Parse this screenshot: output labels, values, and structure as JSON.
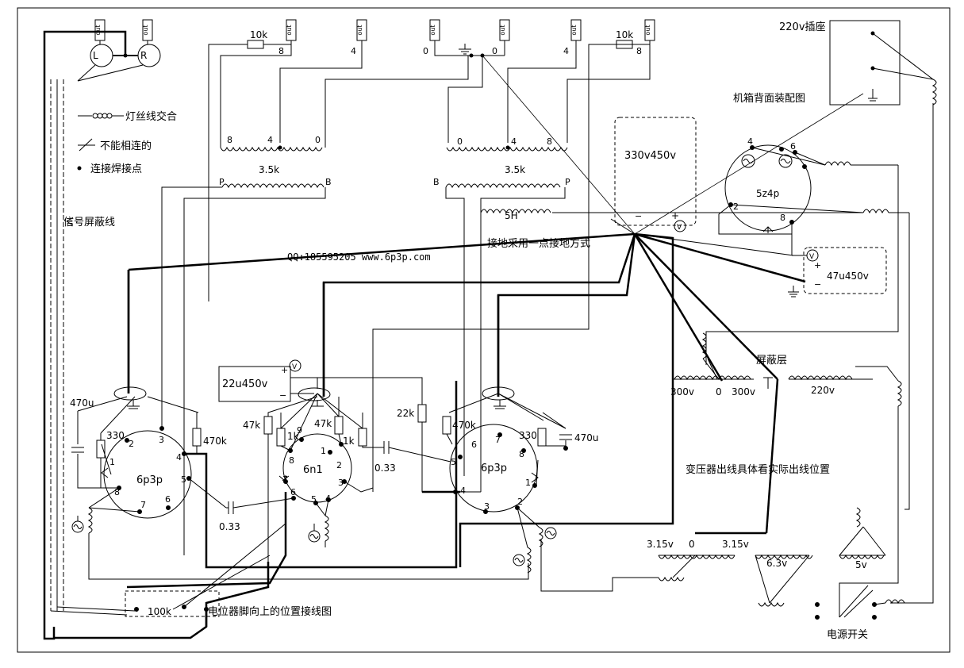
{
  "labels": {
    "out_jack_1": "out",
    "out_jack_2": "out",
    "out_jack_3": "out",
    "out_jack_4": "out",
    "out_jack_5": "out",
    "out_jack_6": "out",
    "out_jack_7": "out",
    "pot_left": "L",
    "pot_right": "R",
    "res_10k_left": "10k",
    "res_10k_right": "10k",
    "tap8_a": "8",
    "tap4_a": "4",
    "tap0_a": "0",
    "tap0_b": "0",
    "tap4_b": "4",
    "tap8_b": "8",
    "ot_left_8": "8",
    "ot_left_4": "4",
    "ot_left_0": "0",
    "ot_right_0": "0",
    "ot_right_4": "4",
    "ot_right_8": "8",
    "ot_left_z": "3.5k",
    "ot_right_z": "3.5k",
    "ot_left_p": "P",
    "ot_left_b": "B",
    "ot_right_b": "B",
    "ot_right_p": "P",
    "choke": "5H",
    "mains_socket": "220v插座",
    "chassis_back": "机箱背面装配图",
    "legend_filament": "灯丝线交合",
    "legend_noconnect": "不能相连的",
    "legend_solder": "连接焊接点",
    "legend_shield": "信号屏蔽线",
    "cap_main": "330v450v",
    "rect_tube": "5z4p",
    "rect_pin4": "4",
    "rect_pin6": "6",
    "rect_pin2": "2",
    "rect_pin8": "8",
    "cap_filter": "47u450v",
    "ground_note": "接地采用一点接地方式",
    "contact": "QQ:185595205  www.6p3p.com",
    "shield_layer": "屏蔽层",
    "pt_300a": "300v",
    "pt_0": "0",
    "pt_300b": "300v",
    "pt_220": "220v",
    "transformer_note": "变压器出线具体看实际出线位置",
    "fil_315a": "3.15v",
    "fil_0": "0",
    "fil_315b": "3.15v",
    "fil_63": "6.3v",
    "fil_5v": "5v",
    "power_switch": "电源开关",
    "pot_note": "电位器脚向上的位置接线图",
    "pot_100k": "100k",
    "cap_22u": "22u450v",
    "tube_left": "6p3p",
    "tube_mid": "6n1",
    "tube_right": "6p3p",
    "res_470u_left": "470u",
    "res_330_left": "330",
    "res_470k_left": "470k",
    "res_47k_a": "47k",
    "res_1k_a": "1k",
    "res_47k_b": "47k",
    "res_1k_b": "1k",
    "res_22k": "22k",
    "res_470k_right": "470k",
    "res_330_right": "330",
    "res_470u_right": "470u",
    "cap_033_left": "0.33",
    "cap_033_right": "0.33",
    "pinL_2": "2",
    "pinL_3": "3",
    "pinL_4": "4",
    "pinL_5": "5",
    "pinL_6": "6",
    "pinL_7": "7",
    "pinL_8": "8",
    "pinL_1": "1",
    "pinM_9": "9",
    "pinM_8": "8",
    "pinM_7": "7",
    "pinM_6": "6",
    "pinM_5": "5",
    "pinM_4": "4",
    "pinM_3": "3",
    "pinM_2": "2",
    "pinM_1": "1",
    "pinR_6": "6",
    "pinR_7": "7",
    "pinR_8": "8",
    "pinR_5": "5",
    "pinR_4": "4",
    "pinR_3": "3",
    "pinR_2": "2",
    "pinR_1": "1"
  },
  "colors": {
    "ink": "#000000",
    "background": "#ffffff"
  }
}
